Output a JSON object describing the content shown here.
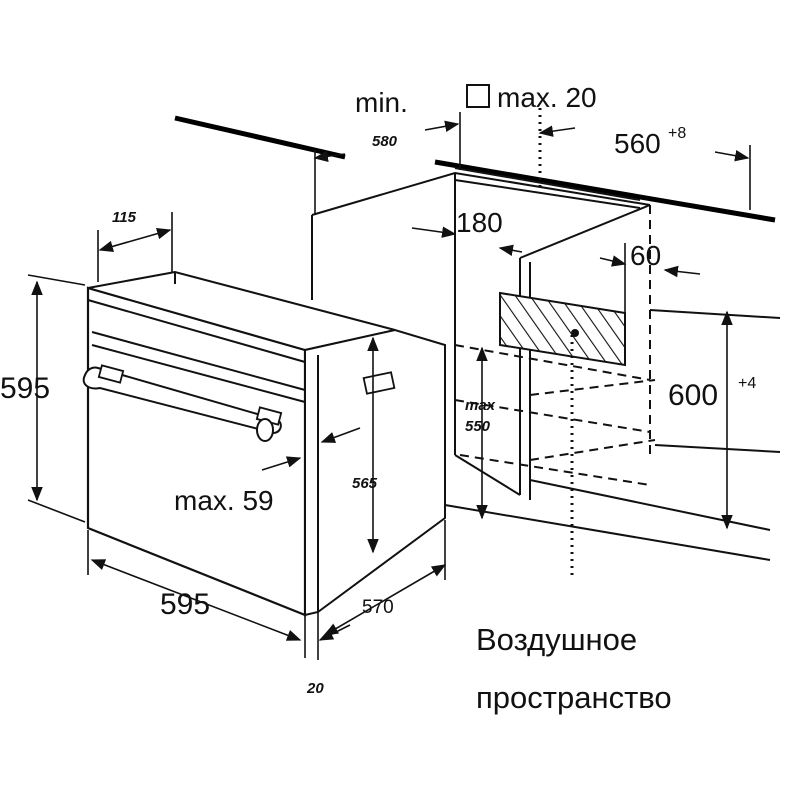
{
  "labels": {
    "min": "min.",
    "dim_580": "580",
    "max_20": "max. 20",
    "dim_560": "560",
    "dim_560_tol": "+8",
    "dim_115": "115",
    "dim_180": "180",
    "dim_60": "60",
    "dim_595_h": "595",
    "dim_600": "600",
    "dim_600_tol": "+4",
    "max": "max",
    "dim_550": "550",
    "dim_565": "565",
    "max_59": "max. 59",
    "dim_595_w": "595",
    "dim_570": "570",
    "dim_20": "20"
  },
  "caption": {
    "line1": "Воздушное",
    "line2": "пространство"
  }
}
